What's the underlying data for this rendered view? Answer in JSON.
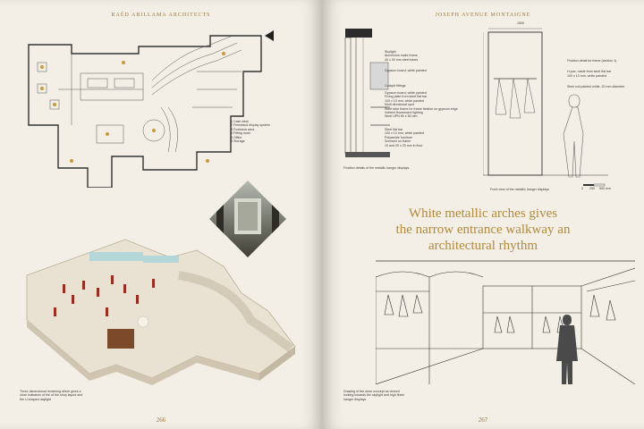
{
  "left_page": {
    "running_head": "RAÉD ABILLAMA ARCHITECTS",
    "folio": "266",
    "legend": [
      "1   Cash desk",
      "2   Freestand display system",
      "3   Footwear area",
      "4   Fitting room",
      "5   Office",
      "6   Storage"
    ],
    "caption": [
      "Three-dimensional rendering which gives a",
      "clear indication of the of the shop layout and",
      "the U-shaped daylight"
    ]
  },
  "right_page": {
    "running_head": "JOSEPH AVENUE MONTAIGNE",
    "folio": "267",
    "headline": [
      "White metallic arches gives",
      "the narrow entrance walkway an",
      "architectural rhythm"
    ],
    "section_notes": [
      "Skylight",
      "Aluminium make frame",
      "40 x 40 mm steel tubes",
      "Gypsum board, white painted",
      "Cockpit fittings",
      "Gypsum board, white painted",
      "Fixing plate from steel flat bar",
      "100 x 10 mm, white painted",
      "Multi directional spot",
      "Steel tube frame for frame fixation on gypsum edge",
      "Indirect fluorescent lighting",
      "Steel UPN 80 x 50 mm",
      "Steel flat bar",
      "100 x 10 mm, white painted",
      "Polyamide furniture",
      "Screwed on frame",
      "10 and 20 x 20 mm in floor"
    ],
    "section_caption": "Fixation details of the metallic hanger displays.",
    "elevation_notes": [
      "Fixation detail for frame (section 1)",
      "H-pos. made from steel flat bar",
      "100 x 10 mm, white painted",
      "Steel rod painted white, 20 mm diameter"
    ],
    "elevation_caption": "Front view of the metallic hanger displays",
    "elevation_dimension": "1500",
    "scale_labels": [
      "0",
      "250",
      "500 mm"
    ],
    "drawing_caption": [
      "Drawing of the store concept as viewed",
      "looking towards the skylight and high finish",
      "hanger displays"
    ]
  },
  "colors": {
    "accent_gold": "#b08a3e",
    "paper": "#f3efe6",
    "ink": "#3a3a3a"
  }
}
